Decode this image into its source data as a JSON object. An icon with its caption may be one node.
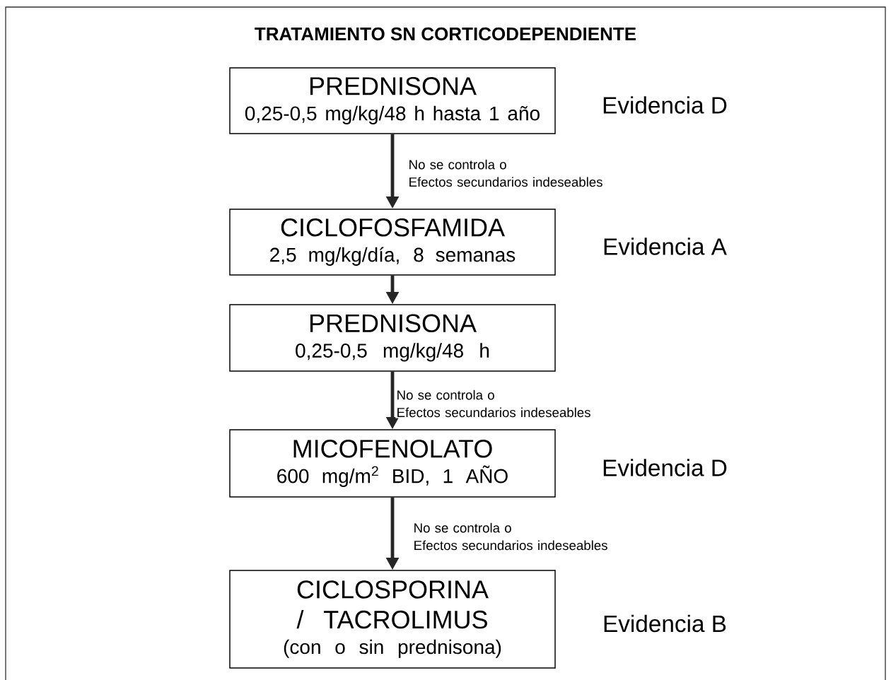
{
  "diagram": {
    "title": "TRATAMIENTO SN CORTICODEPENDIENTE",
    "nodes": [
      {
        "text": [
          "PREDNISONA",
          "0,25-0,5 mg/kg/48 h hasta 1 año"
        ],
        "beside": [
          "Evidencia D"
        ]
      },
      {
        "text": [
          "CICLOFOSFAMIDA",
          "2,5 mg/kg/día, 8 semanas"
        ],
        "beside": [
          "Evidencia A"
        ]
      },
      {
        "text": [
          "PREDNISONA",
          "0,25-0,5 mg/kg/48 h"
        ]
      },
      {
        "text": [
          "MICOFENOLATO",
          "600 mg/m$^{2}$ BID, 1 AÑO"
        ],
        "beside": [
          "Evidencia D"
        ]
      },
      {
        "text": [
          "CICLOSPORINA / TACROLIMUS",
          "(con o sin prednisona)"
        ],
        "beside": [
          "Evidencia B"
        ]
      }
    ],
    "edges": [
      {
        "from": 0,
        "to": 1,
        "arrow": "to",
        "label": "No se controla o Efectos secundarios indeseables"
      },
      {
        "from": 1,
        "to": 2,
        "arrow": "to"
      },
      {
        "from": 2,
        "to": 3,
        "arrow": "to",
        "label": "No se controla o Efectos secundarios indeseables"
      },
      {
        "from": 3,
        "to": 4,
        "arrow": "to",
        "label": "No se controla o Efectos secundarios indeseables"
      }
    ]
  }
}
